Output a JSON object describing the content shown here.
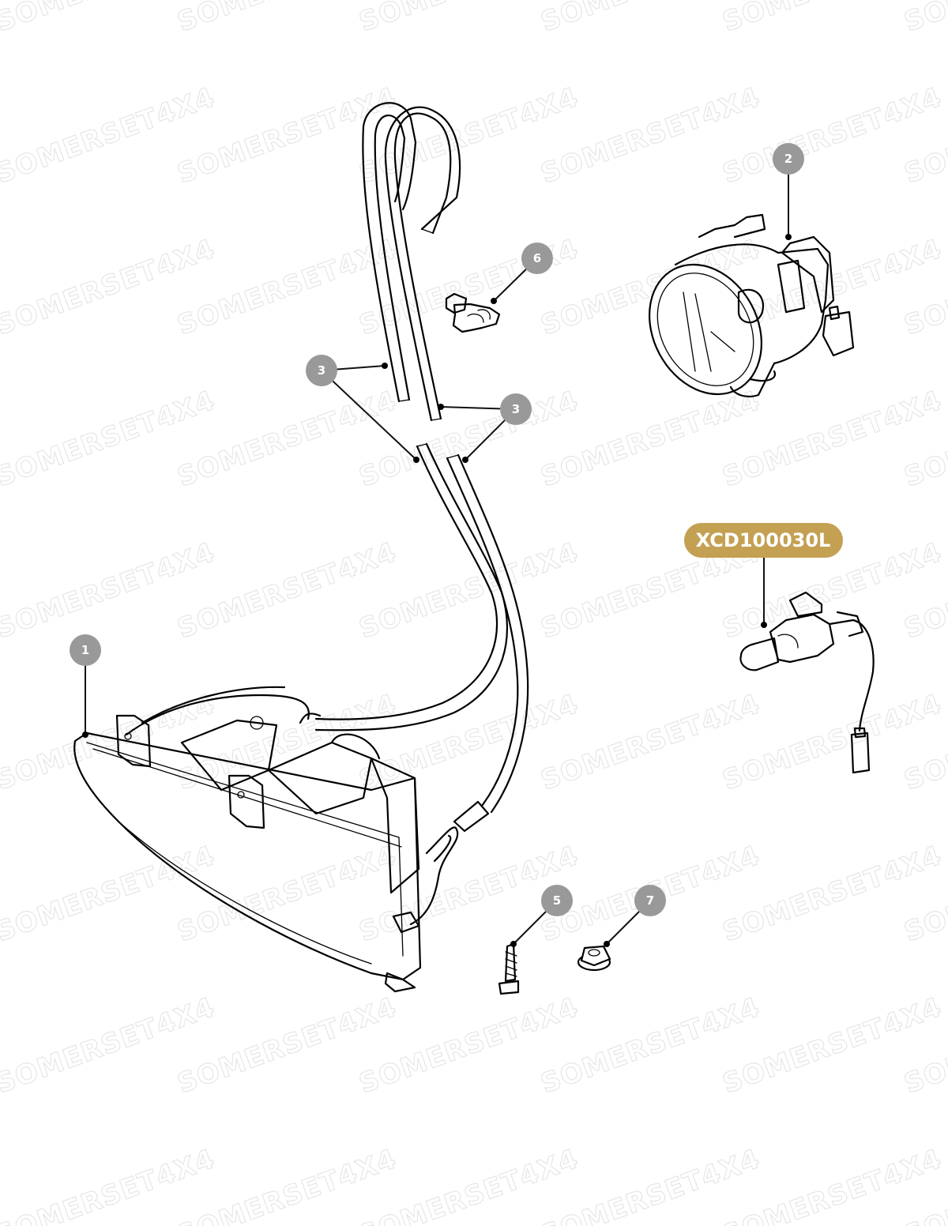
{
  "watermark": "SOMERSET4X4",
  "callouts": [
    {
      "id": "callout-1",
      "label": "1"
    },
    {
      "id": "callout-2",
      "label": "2"
    },
    {
      "id": "callout-3a",
      "label": "3"
    },
    {
      "id": "callout-3b",
      "label": "3"
    },
    {
      "id": "callout-5",
      "label": "5"
    },
    {
      "id": "callout-6",
      "label": "6"
    },
    {
      "id": "callout-7",
      "label": "7"
    }
  ],
  "part_number_label": "XCD100030L",
  "colors": {
    "callout_bubble": "#999999",
    "part_number_pill": "#c4a052",
    "line_art": "#000000",
    "background": "#ffffff"
  }
}
